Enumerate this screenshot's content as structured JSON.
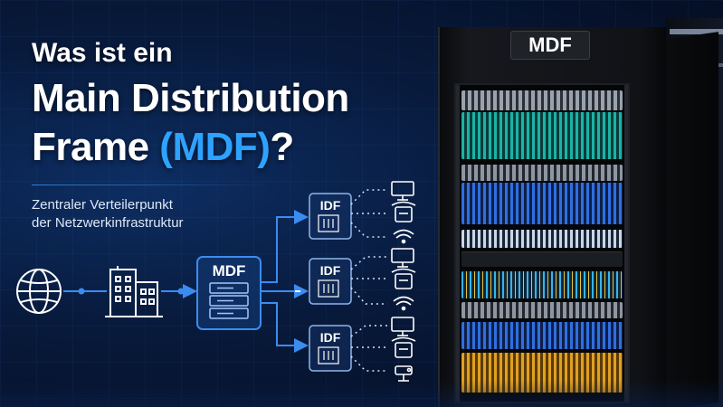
{
  "headline": {
    "line1": "Was ist ein",
    "line2": "Main Distribution",
    "line3_main": "Frame ",
    "line3_accent": "(MDF)",
    "line3_end": "?"
  },
  "subtitle": {
    "line1": "Zentraler Verteilerpunkt",
    "line2": "der Netzwerkinfrastruktur"
  },
  "diagram": {
    "mdf_label": "MDF",
    "idf_labels": [
      "IDF",
      "IDF",
      "IDF"
    ],
    "icons": [
      "globe-icon",
      "building-icon",
      "server-icon",
      "monitor-icon",
      "phone-icon",
      "wifi-icon",
      "camera-icon"
    ]
  },
  "rack": {
    "badge": "MDF"
  },
  "colors": {
    "accent": "#2ea2ff",
    "line": "#3b8cf0",
    "background": "#081a3c"
  }
}
